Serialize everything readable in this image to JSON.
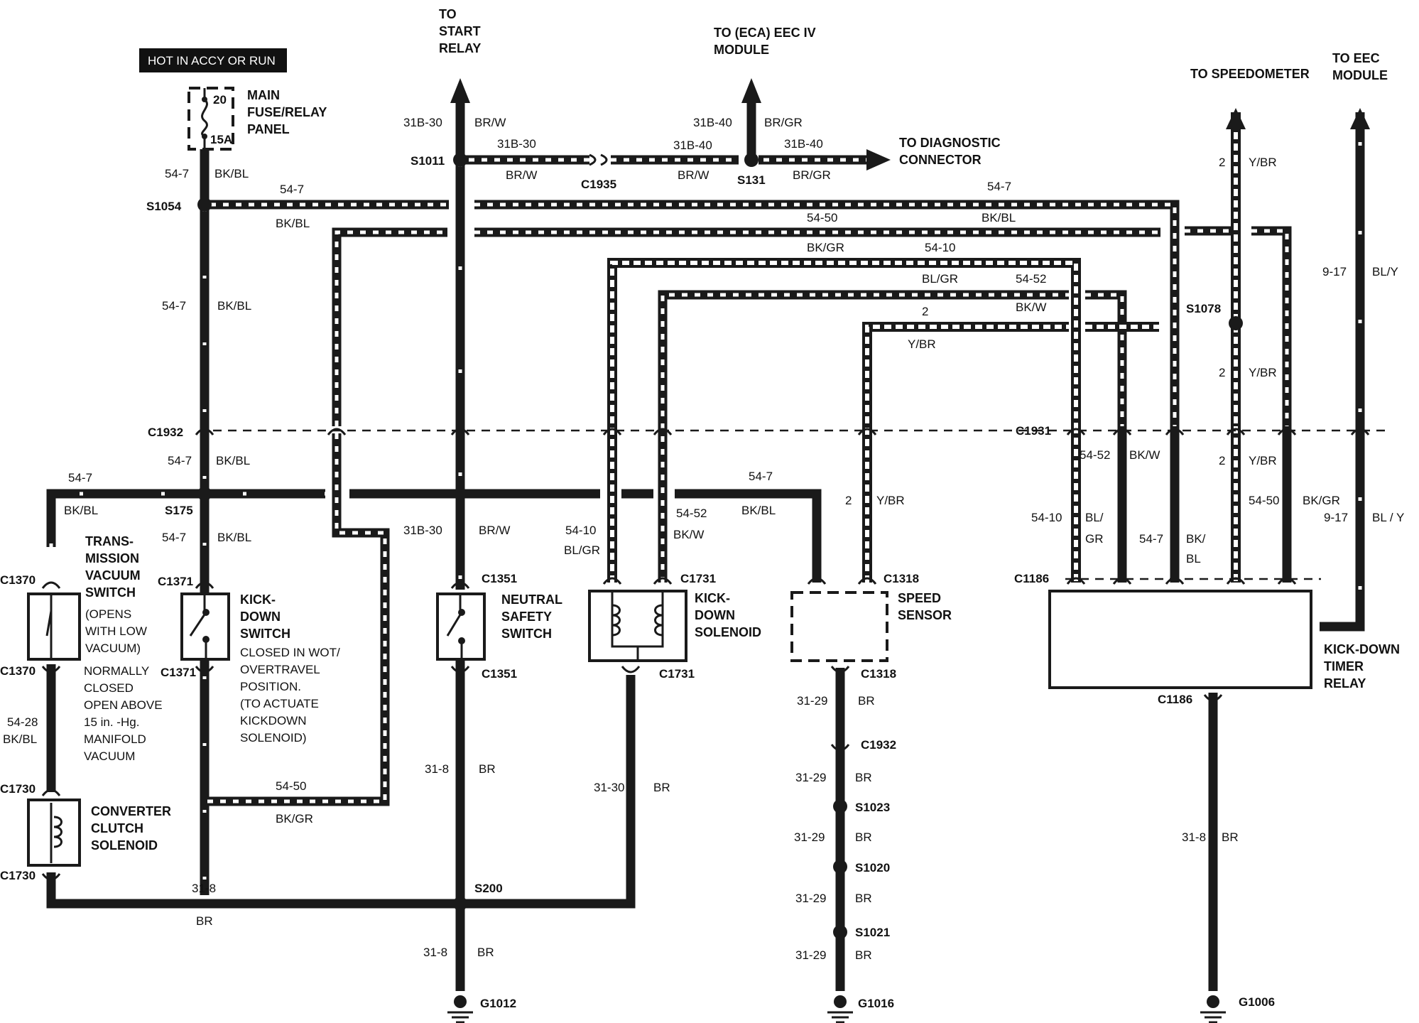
{
  "banner": "HOT IN ACCY OR RUN",
  "fuse": {
    "amps_top": "20",
    "amps_bottom": "15A",
    "label": [
      "MAIN",
      "FUSE/RELAY",
      "PANEL"
    ]
  },
  "destinations": {
    "start_relay": [
      "TO",
      "START",
      "RELAY"
    ],
    "eec_iv": [
      "TO (ECA) EEC IV",
      "MODULE"
    ],
    "diag": [
      "TO DIAGNOSTIC",
      "CONNECTOR"
    ],
    "speedometer": [
      "TO SPEEDOMETER"
    ],
    "eec_module": [
      "TO EEC",
      "MODULE"
    ]
  },
  "splices": [
    "S1054",
    "S1011",
    "S131",
    "S175",
    "S1078",
    "S200",
    "S1023",
    "S1020",
    "S1021"
  ],
  "connectors": [
    "C1935",
    "C1932",
    "C1931",
    "C1370",
    "C1371",
    "C1351",
    "C1731",
    "C1318",
    "C1186",
    "C1730"
  ],
  "grounds": [
    "G1012",
    "G1016",
    "G1006"
  ],
  "components": {
    "tvs": [
      "TRANS-",
      "MISSION",
      "VACUUM",
      "SWITCH"
    ],
    "tvs_note": [
      "(OPENS",
      "WITH LOW",
      "VACUUM)"
    ],
    "tvs_note2": [
      "NORMALLY",
      "CLOSED",
      "OPEN  ABOVE",
      "15 in. -Hg.",
      "MANIFOLD",
      "VACUUM"
    ],
    "kds": [
      "KICK-",
      "DOWN",
      "SWITCH"
    ],
    "kds_note": [
      "CLOSED  IN WOT/",
      "OVERTRAVEL",
      "POSITION.",
      "(TO ACTUATE",
      "KICKDOWN",
      "SOLENOID)"
    ],
    "nss": [
      "NEUTRAL",
      "SAFETY",
      "SWITCH"
    ],
    "kdsol": [
      "KICK-",
      "DOWN",
      "SOLENOID"
    ],
    "speed": [
      "SPEED",
      "SENSOR"
    ],
    "ccs": [
      "CONVERTER",
      "CLUTCH",
      "SOLENOID"
    ],
    "timer": [
      "KICK-DOWN",
      "TIMER",
      "RELAY"
    ]
  },
  "wires": {
    "c54_7": "54-7",
    "c54_50": "54-50",
    "c54_10": "54-10",
    "c54_52": "54-52",
    "c31b_30": "31B-30",
    "c31b_40": "31B-40",
    "c2": "2",
    "c9_17": "9-17",
    "c31_8": "31-8",
    "c31_29": "31-29",
    "c31_30": "31-30",
    "c54_28": "54-28",
    "bkbl": "BK/BL",
    "bkgr": "BK/GR",
    "blgr": "BL/GR",
    "bkw": "BK/W",
    "ybr": "Y/BR",
    "brw": "BR/W",
    "brgr": "BR/GR",
    "bly": "BL/Y",
    "bly2": "BL / Y",
    "br": "BR",
    "bl_slash": "BL/",
    "gr": "GR",
    "bk_slash": "BK/",
    "bl": "BL"
  }
}
